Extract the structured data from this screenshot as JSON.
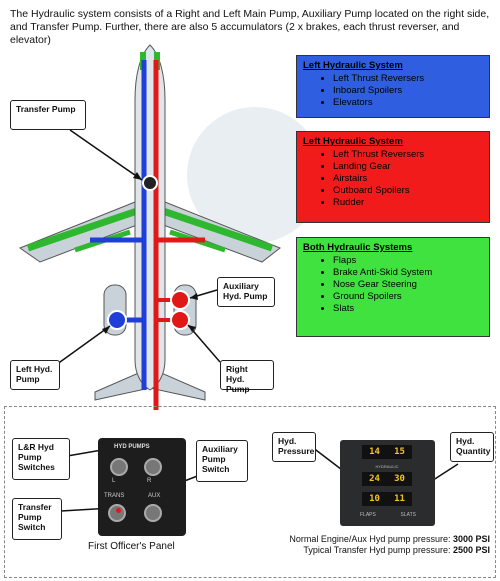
{
  "intro": "The Hydraulic system consists of a Right and Left Main Pump, Auxiliary Pump located on the right side, and Transfer Pump. Further, there are also 5 accumulators (2 x brakes, each thrust reverser, and elevator)",
  "left_system": {
    "title": "Left Hydraulic System",
    "items": [
      "Left Thrust Reversers",
      "Inboard Spoilers",
      "Elevators"
    ],
    "color": "#2f5fe0"
  },
  "right_system": {
    "title": "Left Hydraulic System",
    "items": [
      "Left Thrust Reversers",
      "Landing Gear",
      "Airstairs",
      "Outboard Spoilers",
      "Rudder"
    ],
    "color": "#f21b1b"
  },
  "both_systems": {
    "title": "Both Hydraulic Systems",
    "items": [
      "Flaps",
      "Brake Anti-Skid System",
      "Nose Gear Steering",
      "Ground Spoilers",
      "Slats"
    ],
    "color": "#3fe23f"
  },
  "callouts": {
    "transfer_pump": "Transfer Pump",
    "aux_pump": "Auxiliary Hyd. Pump",
    "left_pump": "Left Hyd. Pump",
    "right_pump": "Right Hyd. Pump",
    "lr_switches": "L&R Hyd Pump Switches",
    "transfer_switch": "Transfer Pump Switch",
    "aux_switch": "Auxiliary Pump Switch",
    "hyd_pressure": "Hyd. Pressure",
    "hyd_quantity": "Hyd. Quantity"
  },
  "panel": {
    "caption": "First Officer's Panel",
    "title": "HYD PUMPS",
    "switch_labels": [
      "L",
      "R",
      "TRANS",
      "AUX"
    ]
  },
  "gauges": {
    "row1": [
      "14",
      "15"
    ],
    "row2": [
      "24",
      "30"
    ],
    "row3": [
      "10",
      "11"
    ],
    "label_mid": "HYDRAULIC",
    "bottom_labels": [
      "FLAPS",
      "SLATS"
    ]
  },
  "pressures": {
    "normal_label": "Normal Engine/Aux Hyd pump pressure:",
    "normal_value": "3000 PSI",
    "transfer_label": "Typical Transfer Hyd pump pressure:",
    "transfer_value": "2500 PSI"
  }
}
